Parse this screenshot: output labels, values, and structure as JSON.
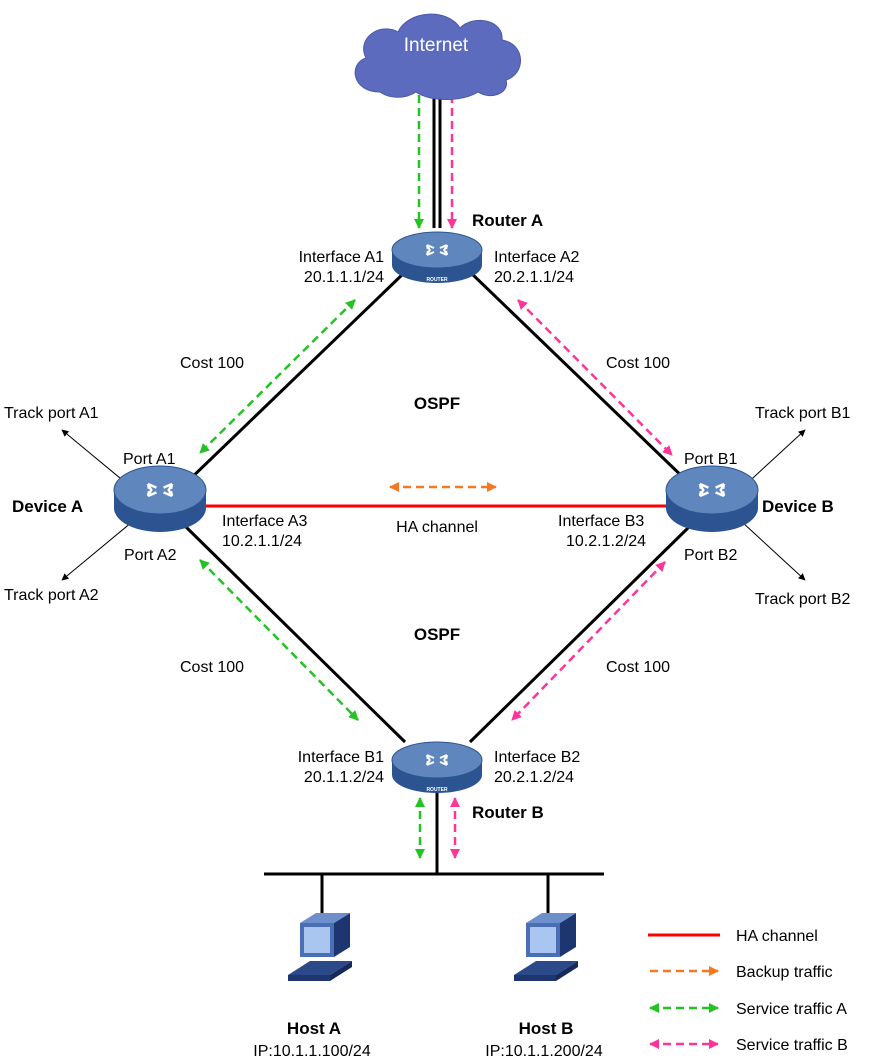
{
  "colors": {
    "link": "#000000",
    "ha_channel": "#ff0000",
    "backup_traffic": "#f47920",
    "service_a": "#22c322",
    "service_b": "#ff3399",
    "device_top": "#5f87bd",
    "device_side": "#2c5491",
    "cloud": "#5d6bbf"
  },
  "cloud": {
    "label": "Internet",
    "icon": "cloud-icon"
  },
  "router_a": {
    "name": "Router A",
    "badge": "ROUTER",
    "if_left": "Interface A1",
    "ip_left": "20.1.1.1/24",
    "if_right": "Interface A2",
    "ip_right": "20.2.1.1/24"
  },
  "router_b": {
    "name": "Router B",
    "badge": "ROUTER",
    "if_left": "Interface B1",
    "ip_left": "20.1.1.2/24",
    "if_right": "Interface B2",
    "ip_right": "20.2.1.2/24"
  },
  "device_a": {
    "name": "Device A",
    "port1": "Port A1",
    "port2": "Port  A2",
    "track1": "Track port A1",
    "track2": "Track port A2",
    "if": "Interface A3",
    "ip": "10.2.1.1/24"
  },
  "device_b": {
    "name": "Device B",
    "port1": "Port  B1",
    "port2": "Port  B2",
    "track1": "Track port B1",
    "track2": "Track port B2",
    "if": "Interface B3",
    "ip": "10.2.1.2/24"
  },
  "links": {
    "cost_tl": "Cost 100",
    "cost_tr": "Cost 100",
    "cost_bl": "Cost 100",
    "cost_br": "Cost 100",
    "ospf_top": "OSPF",
    "ospf_bottom": "OSPF",
    "ha_channel": "HA channel"
  },
  "hosts": [
    {
      "name": "Host A",
      "ip": "IP:10.1.1.100/24"
    },
    {
      "name": "Host B",
      "ip": "IP:10.1.1.200/24"
    }
  ],
  "legend": [
    {
      "label": "HA channel",
      "style": "solid",
      "color": "#ff0000"
    },
    {
      "label": "Backup traffic",
      "style": "dashed-arrow",
      "color": "#f47920"
    },
    {
      "label": "Service traffic A",
      "style": "dashed-arrow",
      "color": "#22c322"
    },
    {
      "label": "Service traffic B",
      "style": "dashed-arrow",
      "color": "#ff3399"
    }
  ]
}
